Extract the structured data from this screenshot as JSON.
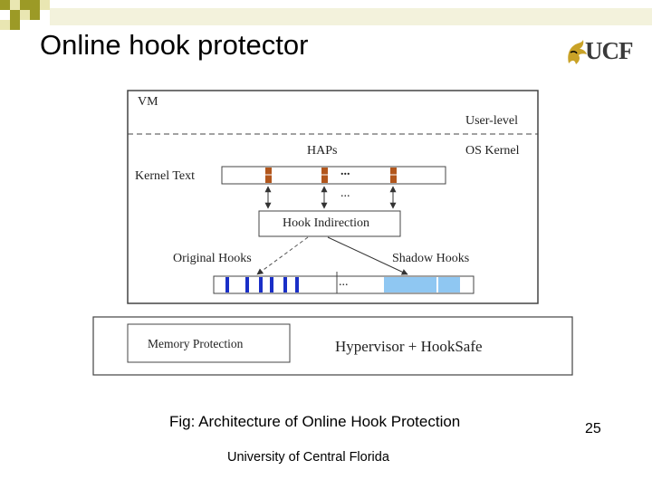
{
  "slide": {
    "title": "Online hook protector",
    "logo_text": "UCF",
    "caption": "Fig: Architecture of Online Hook Protection",
    "page_number": "25",
    "footer": "University of Central Florida"
  },
  "diagram": {
    "vm_label": "VM",
    "user_level_label": "User-level",
    "os_kernel_label": "OS Kernel",
    "haps_label": "HAPs",
    "kernel_text_label": "Kernel Text",
    "ellipsis_1": "...",
    "ellipsis_2": "...",
    "ellipsis_3": "...",
    "hook_indirection_label": "Hook Indirection",
    "original_hooks_label": "Original Hooks",
    "shadow_hooks_label": "Shadow Hooks",
    "memory_protection_label": "Memory Protection",
    "hypervisor_label": "Hypervisor + HookSafe"
  },
  "colors": {
    "deco_olive": "#9c9a26",
    "deco_light": "#e9e6b2",
    "hap_marker": "#b2561c",
    "original_hooks": "#1a2fc7",
    "shadow_hooks": "#8fc7f2"
  }
}
